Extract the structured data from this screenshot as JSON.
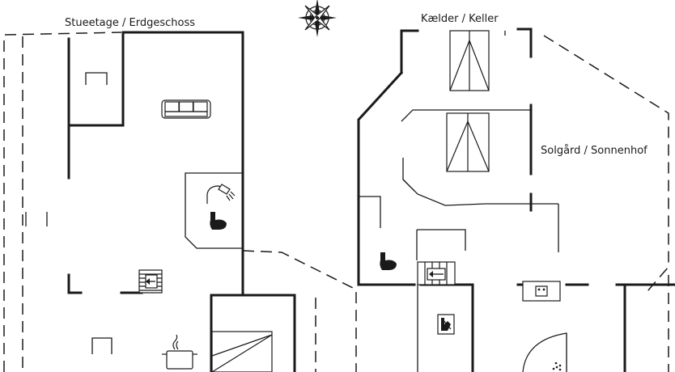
{
  "labels": {
    "ground_floor": "Stueetage / Erdgeschoss",
    "basement": "Kælder / Keller",
    "courtyard": "Solgård / Sonnenhof"
  },
  "icons": [
    "compass-rose-icon",
    "sofa-icon",
    "shower-icon",
    "toilet-icon",
    "stairs-icon",
    "cooking-pot-icon",
    "bed-icon",
    "dishwasher-icon",
    "sink-icon",
    "washing-machine-icon"
  ]
}
